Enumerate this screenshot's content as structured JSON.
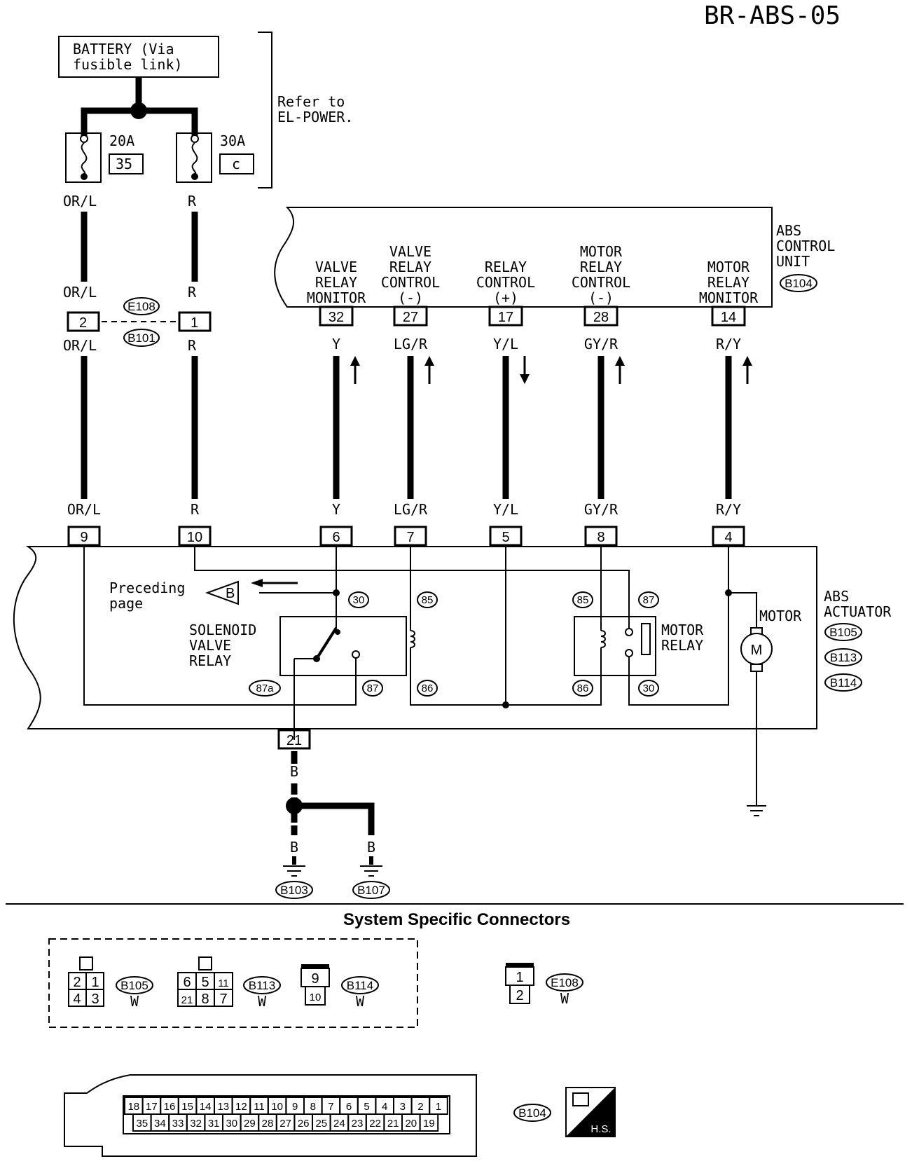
{
  "page_title": "BR-ABS-05",
  "battery": {
    "line1": "BATTERY (Via",
    "line2": "fusible link)"
  },
  "refer": {
    "line1": "Refer to",
    "line2": "EL-POWER."
  },
  "fuses": [
    {
      "amp": "20A",
      "id": "35",
      "wire": "OR/L"
    },
    {
      "amp": "30A",
      "id": "c",
      "wire": "R"
    }
  ],
  "inline_connector": {
    "top": "E108",
    "bottom": "B101",
    "pin_left": "2",
    "pin_right": "1"
  },
  "control_unit": {
    "name": [
      "ABS",
      "CONTROL",
      "UNIT"
    ],
    "code": "B104",
    "terminals": [
      {
        "label": [
          "VALVE",
          "RELAY",
          "MONITOR"
        ],
        "pin": "32",
        "wire": "Y"
      },
      {
        "label": [
          "VALVE",
          "RELAY",
          "CONTROL",
          "(-)"
        ],
        "pin": "27",
        "wire": "LG/R"
      },
      {
        "label": [
          "RELAY",
          "CONTROL",
          "(+)"
        ],
        "pin": "17",
        "wire": "Y/L"
      },
      {
        "label": [
          "MOTOR",
          "RELAY",
          "CONTROL",
          "(-)"
        ],
        "pin": "28",
        "wire": "GY/R"
      },
      {
        "label": [
          "MOTOR",
          "RELAY",
          "MONITOR"
        ],
        "pin": "14",
        "wire": "R/Y"
      }
    ]
  },
  "actuator": {
    "name": [
      "ABS",
      "ACTUATOR"
    ],
    "codes": [
      "B105",
      "B113",
      "B114"
    ],
    "pins": [
      {
        "pin": "9",
        "wire": "OR/L"
      },
      {
        "pin": "10",
        "wire": "R"
      },
      {
        "pin": "6",
        "wire": "Y"
      },
      {
        "pin": "7",
        "wire": "LG/R"
      },
      {
        "pin": "5",
        "wire": "Y/L"
      },
      {
        "pin": "8",
        "wire": "GY/R"
      },
      {
        "pin": "4",
        "wire": "R/Y"
      }
    ],
    "preceding": [
      "Preceding",
      "page"
    ],
    "preceding_marker": "B",
    "solenoid_label": [
      "SOLENOID",
      "VALVE",
      "RELAY"
    ],
    "motor_relay_label": [
      "MOTOR",
      "RELAY"
    ],
    "motor_label": "MOTOR",
    "motor_symbol": "M",
    "relay_terms_solenoid": [
      "30",
      "85",
      "86",
      "87a",
      "87"
    ],
    "relay_terms_motor": [
      "85",
      "87",
      "86",
      "30"
    ],
    "ground_pin": "21"
  },
  "grounds": [
    {
      "wire": "B",
      "code": "B103"
    },
    {
      "wire": "B",
      "code": "B107"
    }
  ],
  "ground_main_wire": "B",
  "connectors_heading": "System Specific Connectors",
  "conn_b105": {
    "pins": [
      "2",
      "1",
      "4",
      "3"
    ],
    "code": "B105",
    "color": "W"
  },
  "conn_b113": {
    "pins": [
      "6",
      "5",
      "11",
      "21",
      "8",
      "7"
    ],
    "code": "B113",
    "color": "W"
  },
  "conn_b114": {
    "pins": [
      "9",
      "10"
    ],
    "code": "B114",
    "color": "W"
  },
  "conn_e108": {
    "pins": [
      "1",
      "2"
    ],
    "code": "E108",
    "color": "W"
  },
  "conn_b104": {
    "top": [
      "18",
      "17",
      "16",
      "15",
      "14",
      "13",
      "12",
      "11",
      "10",
      "9",
      "8",
      "7",
      "6",
      "5",
      "4",
      "3",
      "2",
      "1"
    ],
    "bottom": [
      "35",
      "34",
      "33",
      "32",
      "31",
      "30",
      "29",
      "28",
      "27",
      "26",
      "25",
      "24",
      "23",
      "22",
      "21",
      "20",
      "19"
    ],
    "code": "B104",
    "badge": "H.S."
  }
}
